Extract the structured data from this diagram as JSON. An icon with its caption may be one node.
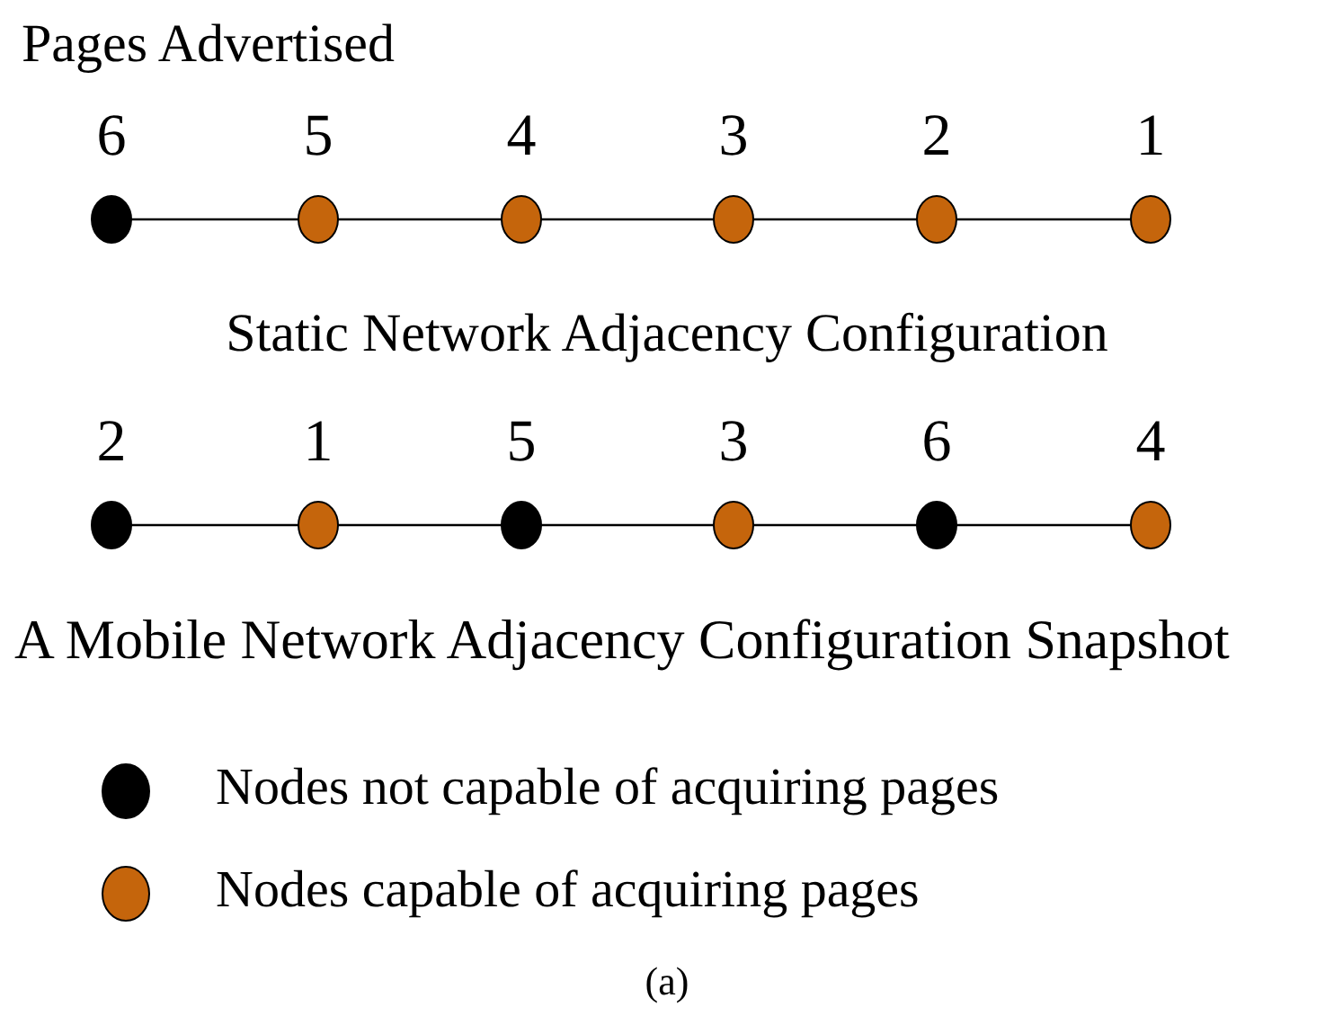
{
  "diagram": {
    "caption": "(a)",
    "nodes": [
      {
        "text": [
          "6"
        ]
      },
      {
        "text": [
          "5"
        ]
      },
      {
        "text": [
          "4"
        ]
      },
      {
        "text": [
          "3"
        ]
      },
      {
        "text": [
          "2"
        ]
      },
      {
        "text": [
          "1"
        ]
      },
      {
        "text": [
          "2"
        ]
      },
      {
        "text": [
          "1"
        ]
      },
      {
        "text": [
          "5"
        ]
      },
      {
        "text": [
          "3"
        ]
      },
      {
        "text": [
          "6"
        ]
      },
      {
        "text": [
          "4"
        ]
      }
    ],
    "edges": [
      {
        "from": 0,
        "to": 1,
        "arrow": "none"
      },
      {
        "from": 1,
        "to": 2,
        "arrow": "none"
      },
      {
        "from": 2,
        "to": 3,
        "arrow": "none"
      },
      {
        "from": 3,
        "to": 4,
        "arrow": "none"
      },
      {
        "from": 4,
        "to": 5,
        "arrow": "none"
      },
      {
        "from": 6,
        "to": 7,
        "arrow": "none"
      },
      {
        "from": 7,
        "to": 8,
        "arrow": "none"
      },
      {
        "from": 8,
        "to": 9,
        "arrow": "none"
      },
      {
        "from": 9,
        "to": 10,
        "arrow": "none"
      },
      {
        "from": 10,
        "to": 11,
        "arrow": "none"
      }
    ],
    "labels": [
      "Pages Advertised",
      "Static Network Adjacency Configuration",
      "A Mobile Network Adjacency Configuration Snapshot"
    ],
    "legend": [
      {
        "text": "Nodes not capable of acquiring pages",
        "color": "#000000"
      },
      {
        "text": "Nodes capable of acquiring pages",
        "color": "#c5650c"
      }
    ]
  }
}
